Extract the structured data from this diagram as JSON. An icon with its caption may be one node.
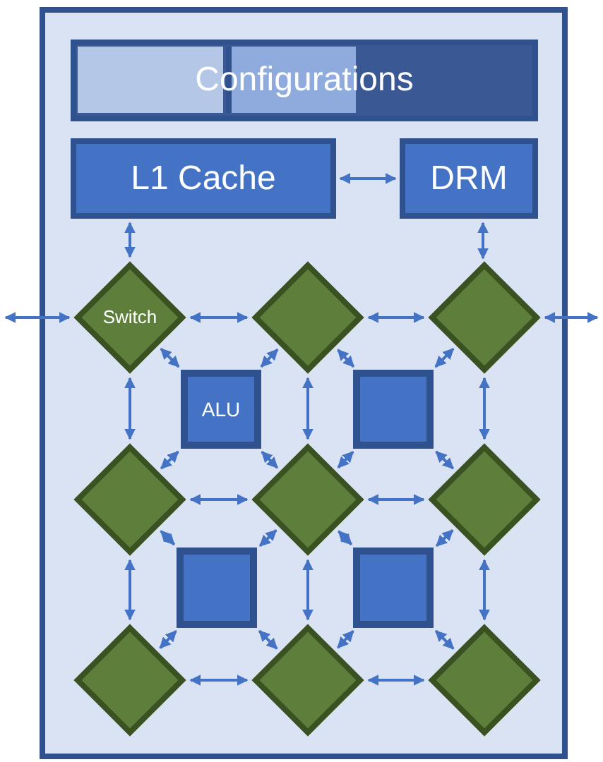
{
  "diagram": {
    "nodes": [
      {
        "text": [],
        "shape": "box"
      },
      {
        "text": [
          "Configurations"
        ],
        "in": 0
      },
      {
        "text": [
          "L1 Cache"
        ],
        "in": 0
      },
      {
        "text": [
          "DRM"
        ],
        "in": 0
      },
      {
        "text": [
          "Switch"
        ],
        "in": 0
      },
      {
        "text": [],
        "shape": "diamond",
        "in": 0
      },
      {
        "text": [],
        "shape": "diamond",
        "in": 0
      },
      {
        "text": [
          "ALU"
        ],
        "in": 0
      },
      {
        "text": [],
        "shape": "box",
        "in": 0
      },
      {
        "text": [],
        "shape": "diamond",
        "in": 0
      },
      {
        "text": [],
        "shape": "diamond",
        "in": 0
      },
      {
        "text": [],
        "shape": "diamond",
        "in": 0
      },
      {
        "text": [],
        "shape": "box",
        "in": 0
      },
      {
        "text": [],
        "shape": "box",
        "in": 0
      },
      {
        "text": [],
        "shape": "diamond",
        "in": 0
      },
      {
        "text": [],
        "shape": "diamond",
        "in": 0
      },
      {
        "text": [],
        "shape": "diamond",
        "in": 0
      }
    ],
    "edges": [
      {
        "from": 2,
        "to": 3,
        "arrow": "both"
      },
      {
        "from": 2,
        "to": 4,
        "arrow": "both"
      },
      {
        "from": 3,
        "to": 6,
        "arrow": "both"
      },
      {
        "from": null,
        "to": 4,
        "arrow": "both"
      },
      {
        "from": 6,
        "to": null,
        "arrow": "both"
      },
      {
        "from": 4,
        "to": 5,
        "arrow": "both"
      },
      {
        "from": 5,
        "to": 6,
        "arrow": "both"
      },
      {
        "from": 9,
        "to": 10,
        "arrow": "both"
      },
      {
        "from": 10,
        "to": 11,
        "arrow": "both"
      },
      {
        "from": 14,
        "to": 15,
        "arrow": "both"
      },
      {
        "from": 15,
        "to": 16,
        "arrow": "both"
      },
      {
        "from": 4,
        "to": 9,
        "arrow": "both"
      },
      {
        "from": 5,
        "to": 10,
        "arrow": "both"
      },
      {
        "from": 6,
        "to": 11,
        "arrow": "both"
      },
      {
        "from": 9,
        "to": 14,
        "arrow": "both"
      },
      {
        "from": 10,
        "to": 15,
        "arrow": "both"
      },
      {
        "from": 11,
        "to": 16,
        "arrow": "both"
      },
      {
        "from": 7,
        "to": 4,
        "arrow": "both"
      },
      {
        "from": 7,
        "to": 5,
        "arrow": "both"
      },
      {
        "from": 7,
        "to": 9,
        "arrow": "both"
      },
      {
        "from": 7,
        "to": 10,
        "arrow": "both"
      },
      {
        "from": 8,
        "to": 5,
        "arrow": "both"
      },
      {
        "from": 8,
        "to": 6,
        "arrow": "both"
      },
      {
        "from": 8,
        "to": 10,
        "arrow": "both"
      },
      {
        "from": 8,
        "to": 11,
        "arrow": "both"
      },
      {
        "from": 12,
        "to": 9,
        "arrow": "both"
      },
      {
        "from": 12,
        "to": 10,
        "arrow": "both"
      },
      {
        "from": 12,
        "to": 14,
        "arrow": "both"
      },
      {
        "from": 12,
        "to": 15,
        "arrow": "both"
      },
      {
        "from": 13,
        "to": 10,
        "arrow": "both"
      },
      {
        "from": 13,
        "to": 11,
        "arrow": "both"
      },
      {
        "from": 13,
        "to": 15,
        "arrow": "both"
      },
      {
        "from": 13,
        "to": 16,
        "arrow": "both"
      }
    ]
  }
}
